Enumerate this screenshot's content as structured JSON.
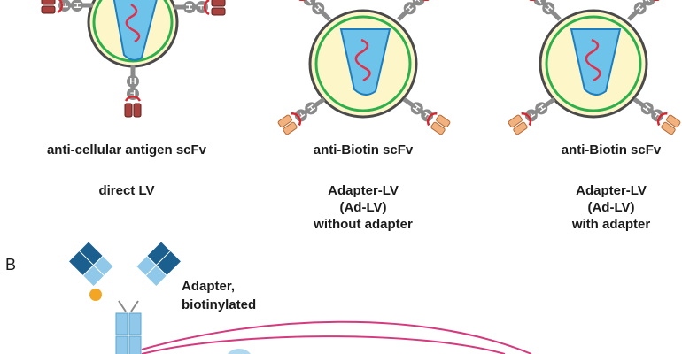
{
  "panel_a": {
    "columns": [
      {
        "scfv_label": "anti-cellular antigen scFv",
        "description_lines": [
          "direct LV"
        ]
      },
      {
        "scfv_label": "anti-Biotin scFv",
        "description_lines": [
          "Adapter-LV",
          "(Ad-LV)",
          "without adapter"
        ]
      },
      {
        "scfv_label": "anti-Biotin scFv",
        "description_lines": [
          "Adapter-LV",
          "(Ad-LV)",
          "with adapter"
        ]
      }
    ],
    "receptor_glyphs": {
      "top": "H",
      "bottom": "F"
    }
  },
  "panel_b": {
    "letter": "B",
    "adapter_label_lines": [
      "Adapter,",
      "biotinylated"
    ]
  },
  "colors": {
    "envelope_outer": "#4a4a4a",
    "envelope_green": "#2db04b",
    "envelope_fill": "#fdf6c9",
    "capsid_fill": "#6ec3ea",
    "capsid_stroke": "#1d7fc0",
    "rna": "#e0304a",
    "receptor_gray": "#8a8a8a",
    "scfv_cellular": "#a8423e",
    "scfv_biotin": "#f2b27f",
    "adapter_dark": "#1b5f8f",
    "adapter_light": "#8fc8e8",
    "biotin_dot": "#f2a623",
    "link_line": "#d43a7d"
  }
}
